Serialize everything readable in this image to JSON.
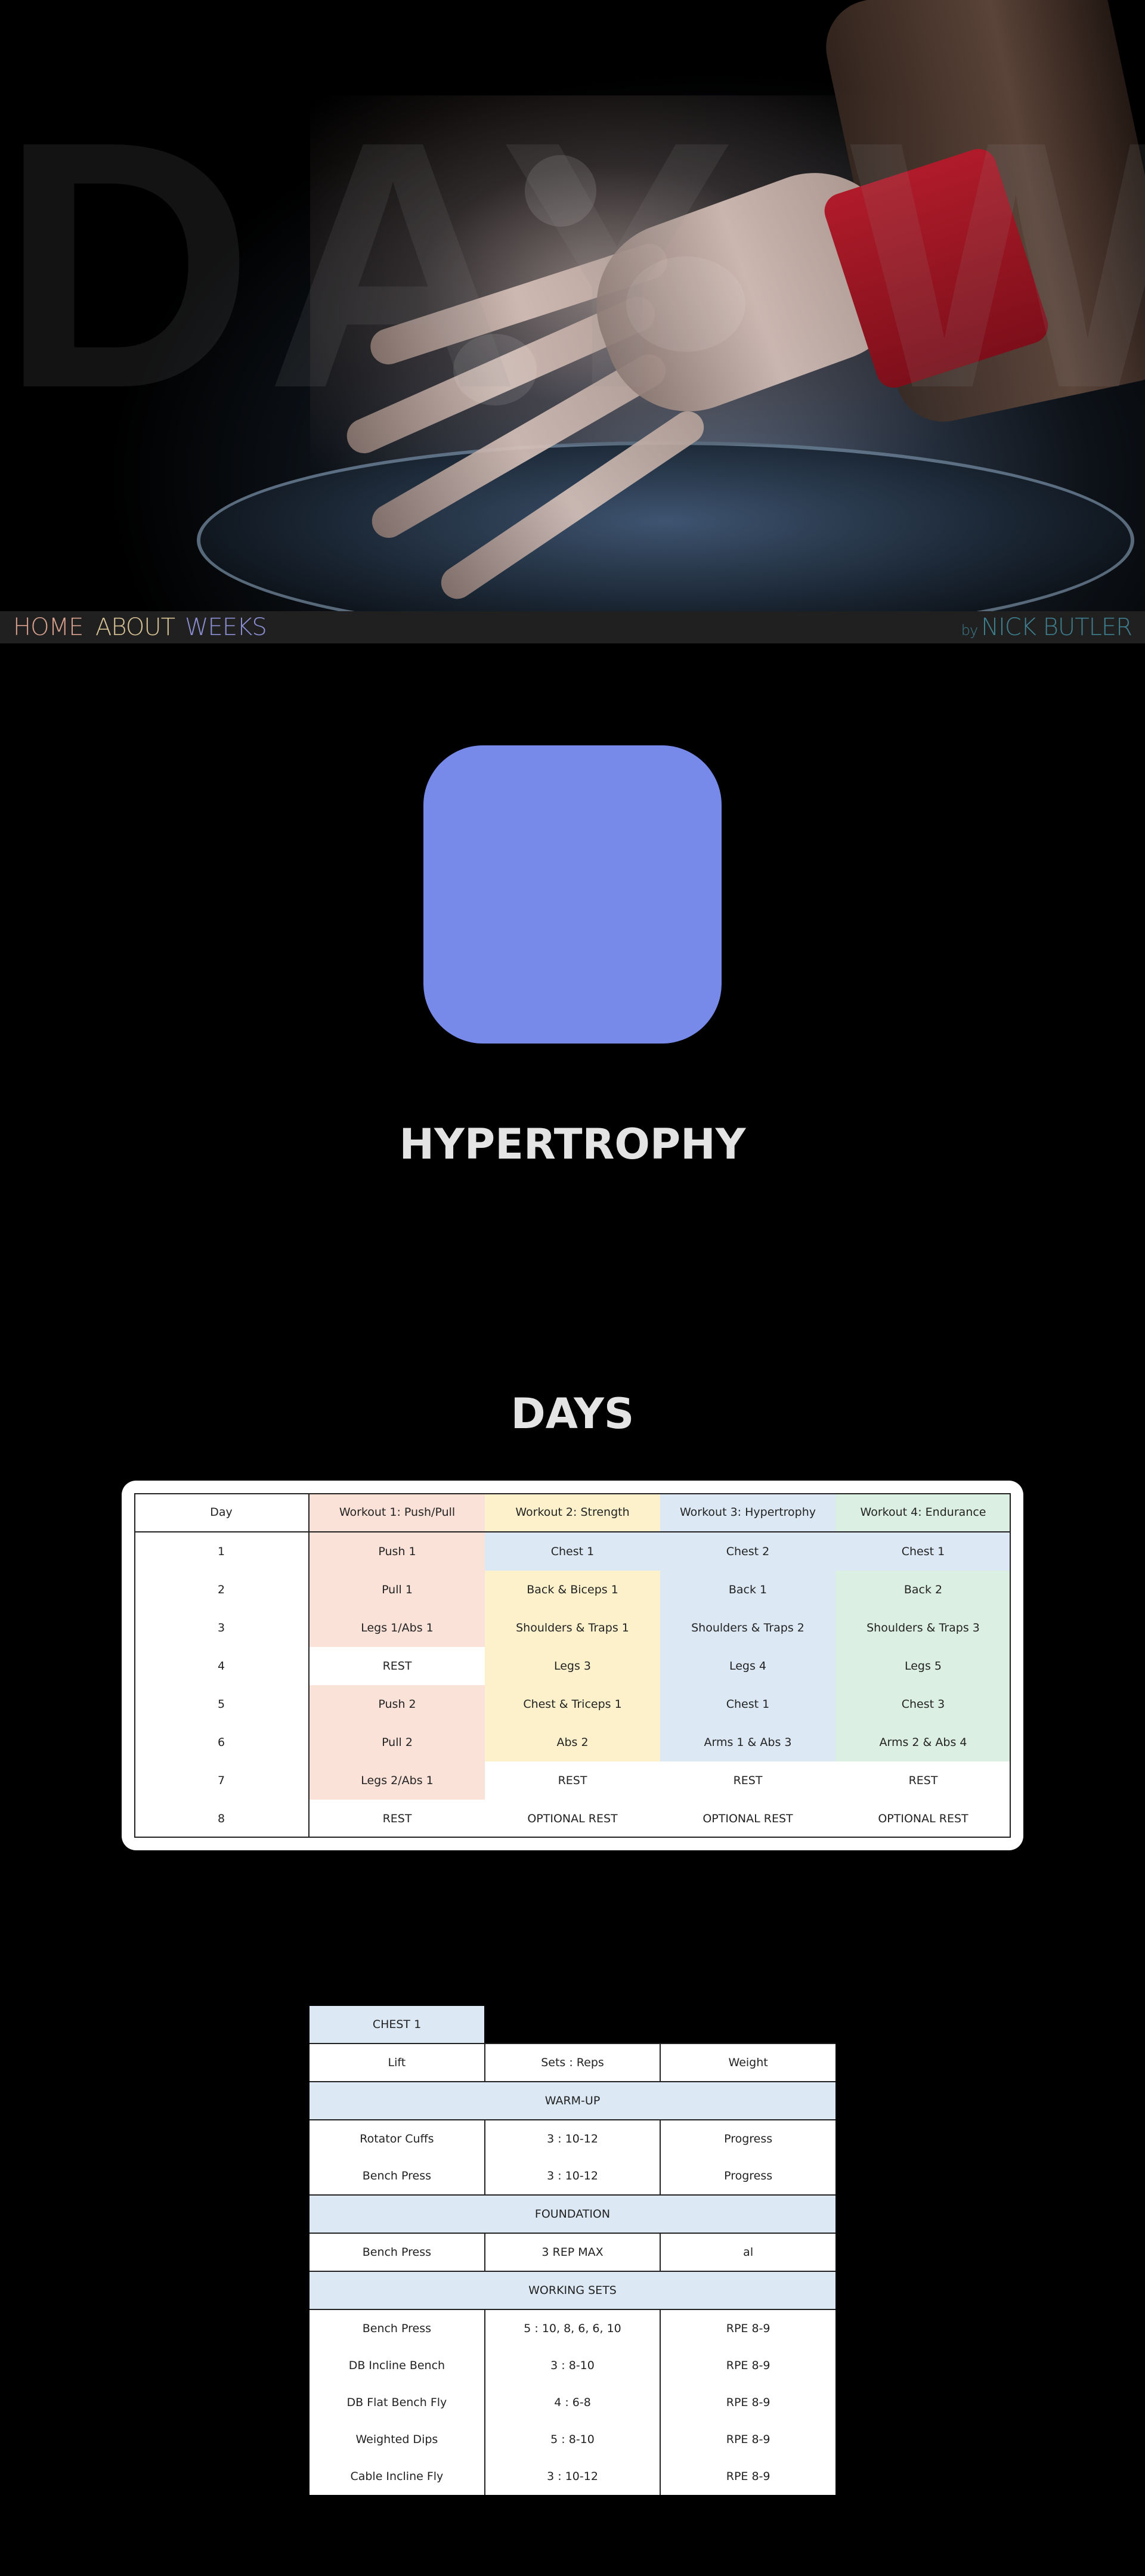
{
  "hero": {
    "background_word": "DAY W",
    "image_alt": "Athlete clapping chalk-covered hands over a chalk bowl"
  },
  "nav": {
    "items": [
      {
        "label": "HOME",
        "color": "#d9a08e"
      },
      {
        "label": "ABOUT",
        "color": "#d9c496"
      },
      {
        "label": "WEEKS",
        "color": "#8c8fd6"
      }
    ],
    "byline_prefix": "by",
    "byline_name": "NICK BUTLER"
  },
  "program": {
    "icon_color": "#7789e9",
    "title": "HYPERTROPHY"
  },
  "days": {
    "title": "DAYS",
    "headers": [
      "Day",
      "Workout 1: Push/Pull",
      "Workout 2: Strength",
      "Workout 3: Hypertrophy",
      "Workout 4: Endurance"
    ],
    "rows": [
      {
        "day": "1",
        "w1": "Push 1",
        "w2": "Chest 1",
        "w3": "Chest 2",
        "w4": "Chest 1"
      },
      {
        "day": "2",
        "w1": "Pull 1",
        "w2": "Back & Biceps 1",
        "w3": "Back 1",
        "w4": "Back 2"
      },
      {
        "day": "3",
        "w1": "Legs 1/Abs 1",
        "w2": "Shoulders & Traps 1",
        "w3": "Shoulders & Traps 2",
        "w4": "Shoulders & Traps 3"
      },
      {
        "day": "4",
        "w1": "REST",
        "w2": "Legs 3",
        "w3": "Legs 4",
        "w4": "Legs 5"
      },
      {
        "day": "5",
        "w1": "Push 2",
        "w2": "Chest & Triceps 1",
        "w3": "Chest 1",
        "w4": "Chest 3"
      },
      {
        "day": "6",
        "w1": "Pull 2",
        "w2": "Abs 2",
        "w3": "Arms 1 & Abs 3",
        "w4": "Arms 2 & Abs 4"
      },
      {
        "day": "7",
        "w1": "Legs 2/Abs 1",
        "w2": "REST",
        "w3": "REST",
        "w4": "REST"
      },
      {
        "day": "8",
        "w1": "REST",
        "w2": "OPTIONAL REST",
        "w3": "OPTIONAL REST",
        "w4": "OPTIONAL REST"
      }
    ]
  },
  "workout": {
    "tab": "CHEST 1",
    "headers": [
      "Lift",
      "Sets : Reps",
      "Weight"
    ],
    "warmup_label": "WARM-UP",
    "warmup": [
      {
        "lift": "Rotator Cuffs",
        "sets": "3 : 10-12",
        "weight": "Progress"
      },
      {
        "lift": "Bench Press",
        "sets": "3 : 10-12",
        "weight": "Progress"
      }
    ],
    "foundation_label": "FOUNDATION",
    "foundation": [
      {
        "lift": "Bench Press",
        "sets": "3 REP MAX",
        "weight": "al"
      }
    ],
    "working_label": "WORKING SETS",
    "working": [
      {
        "lift": "Bench Press",
        "sets": "5 : 10, 8, 6, 6, 10",
        "weight": "RPE 8-9"
      },
      {
        "lift": "DB Incline Bench",
        "sets": "3 : 8-10",
        "weight": "RPE 8-9"
      },
      {
        "lift": "DB Flat Bench Fly",
        "sets": "4 : 6-8",
        "weight": "RPE 8-9"
      },
      {
        "lift": "Weighted Dips",
        "sets": "5 : 8-10",
        "weight": "RPE 8-9"
      },
      {
        "lift": "Cable Incline Fly",
        "sets": "3 : 10-12",
        "weight": "RPE 8-9"
      }
    ]
  }
}
